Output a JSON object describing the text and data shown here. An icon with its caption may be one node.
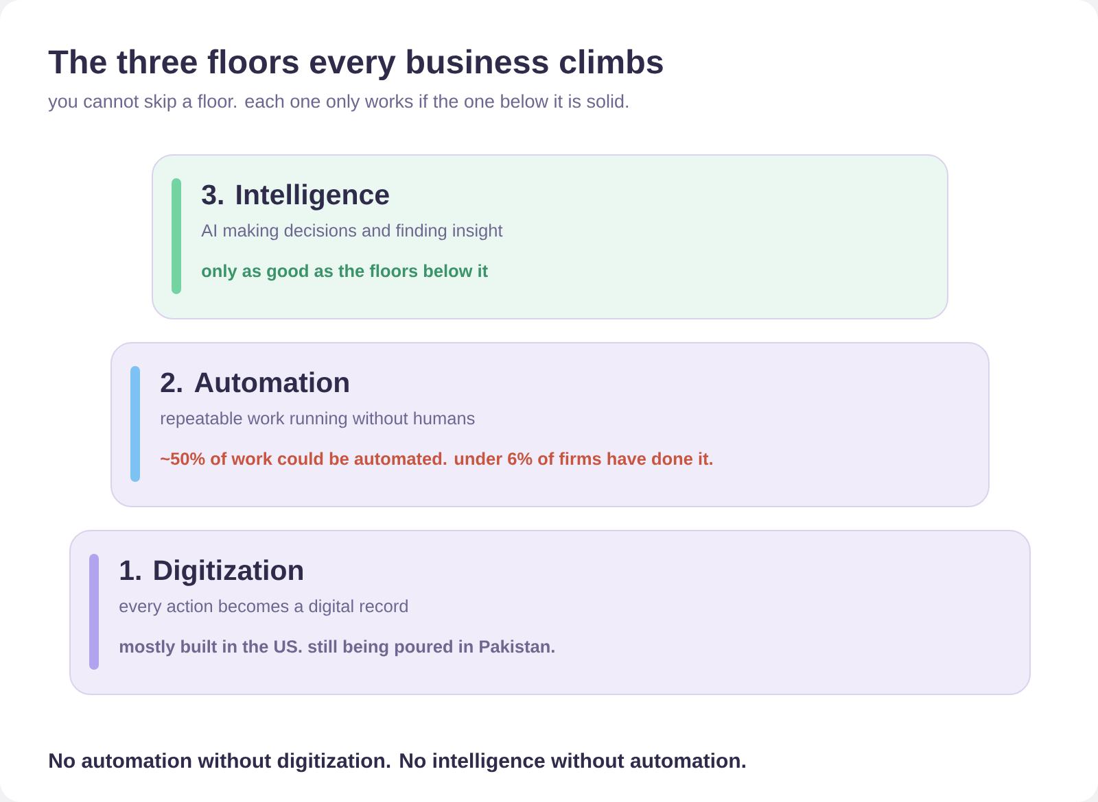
{
  "diagram": {
    "title": "The three floors every business climbs",
    "nodes": [
      {
        "text": [
          "3. Intelligence",
          "AI making decisions and finding insight",
          "only as good as the floors below it"
        ]
      },
      {
        "text": [
          "2. Automation",
          "repeatable work running without humans",
          "~50% of work could be automated. under 6% of firms have done it."
        ]
      },
      {
        "text": [
          "1. Digitization",
          "every action becomes a digital record",
          "mostly built in the US. still being poured in Pakistan."
        ]
      }
    ],
    "labels": [
      "you cannot skip a floor. each one only works if the one below it is solid."
    ],
    "caption": "No automation without digitization. No intelligence without automation."
  }
}
